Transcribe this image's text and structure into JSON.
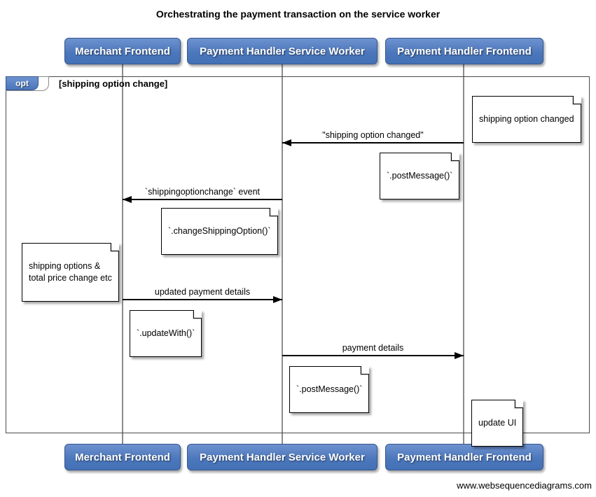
{
  "title": "Orchestrating the payment transaction on the service worker",
  "watermark": "www.websequencediagrams.com",
  "colors": {
    "actor_fill": "#4a76bb",
    "actor_border": "#34568e",
    "actor_text": "#ffffff",
    "lifeline": "#8c8c8c",
    "frame_border": "#4a4a4a",
    "note_bg": "#ffffff",
    "note_border": "#000000",
    "arrow": "#000000",
    "background": "#ffffff"
  },
  "actors": [
    {
      "label": "Merchant Frontend"
    },
    {
      "label": "Payment Handler Service Worker"
    },
    {
      "label": "Payment Handler Frontend"
    }
  ],
  "frame": {
    "operator": "opt",
    "guard": "[shipping option change]"
  },
  "messages": [
    {
      "label": "\"shipping option changed\"",
      "from": "Payment Handler Frontend",
      "to": "Payment Handler Service Worker",
      "direction": "left"
    },
    {
      "label": "`shippingoptionchange` event",
      "from": "Payment Handler Service Worker",
      "to": "Merchant Frontend",
      "direction": "left"
    },
    {
      "label": "updated payment details",
      "from": "Merchant Frontend",
      "to": "Payment Handler Service Worker",
      "direction": "right"
    },
    {
      "label": "payment details",
      "from": "Payment Handler Service Worker",
      "to": "Payment Handler Frontend",
      "direction": "right"
    }
  ],
  "notes": [
    {
      "text": "shipping option changed",
      "over": "Payment Handler Frontend"
    },
    {
      "text": "`.postMessage()`",
      "over": "Payment Handler Service Worker"
    },
    {
      "text": "`.changeShippingOption()`",
      "over": "Merchant Frontend"
    },
    {
      "text": "shipping options &\ntotal price change etc",
      "over": "Merchant Frontend"
    },
    {
      "text": "`.updateWith()`",
      "over": "Merchant Frontend"
    },
    {
      "text": "`.postMessage()`",
      "over": "Payment Handler Service Worker"
    },
    {
      "text": "update UI",
      "over": "Payment Handler Frontend"
    }
  ]
}
